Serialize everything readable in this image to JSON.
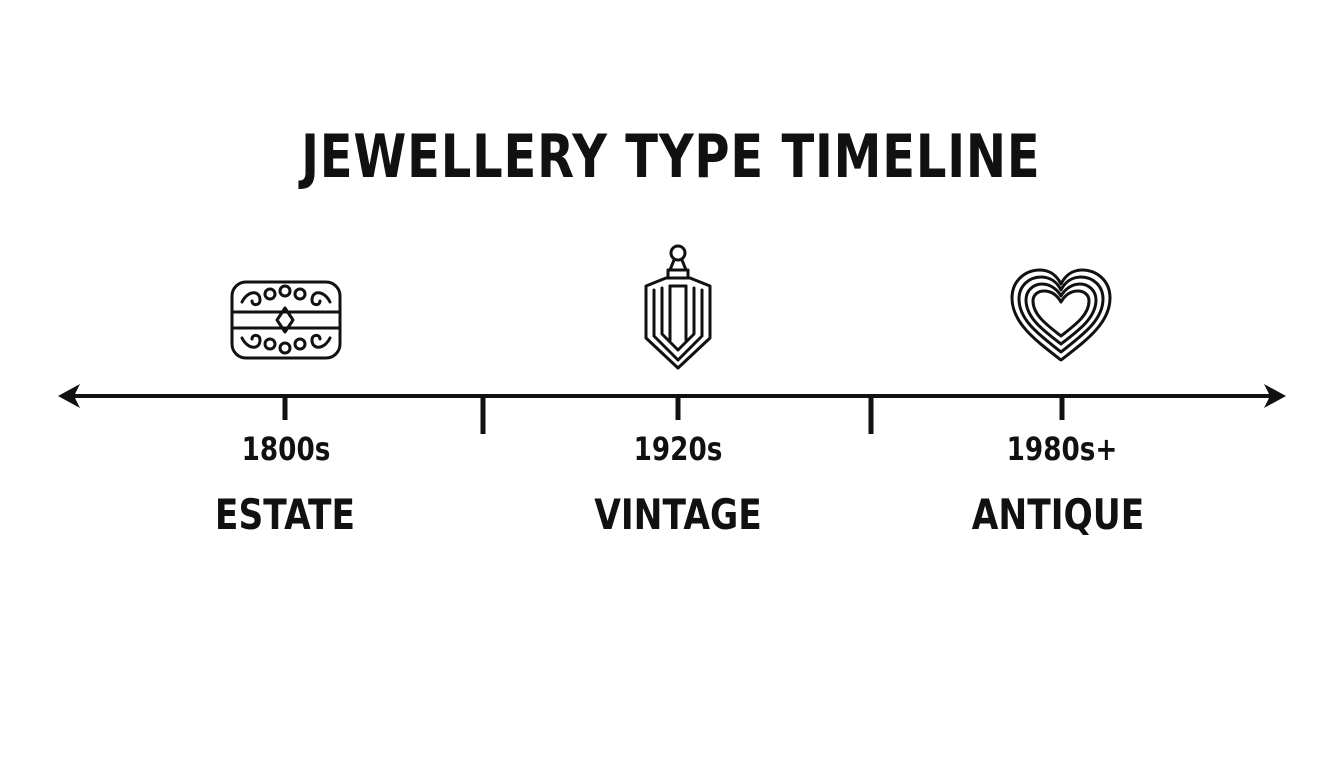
{
  "title": "JEWELLERY TYPE TIMELINE",
  "eras": [
    {
      "year": "1800s",
      "label": "ESTATE",
      "icon": "ornate-brooch-icon"
    },
    {
      "year": "1920s",
      "label": "VINTAGE",
      "icon": "art-deco-pendant-icon"
    },
    {
      "year": "1980s+",
      "label": "ANTIQUE",
      "icon": "heart-locket-icon"
    }
  ],
  "colors": {
    "ink": "#111111",
    "background": "#ffffff"
  }
}
